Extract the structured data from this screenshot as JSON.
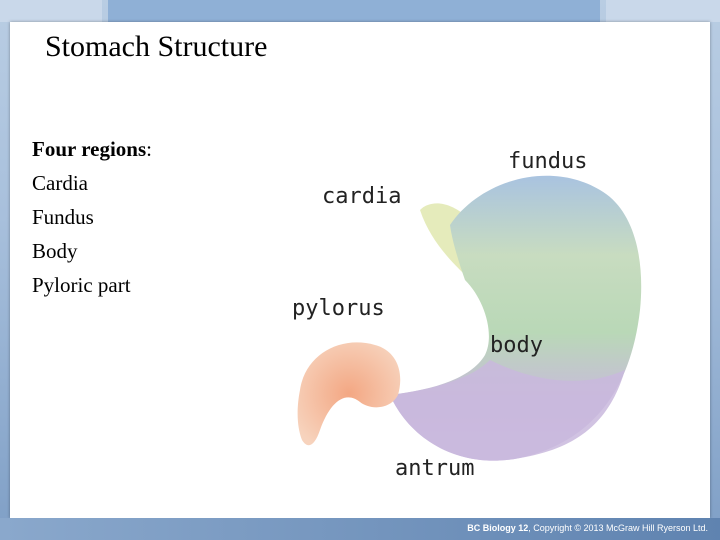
{
  "slide": {
    "title": "Stomach Structure",
    "list_heading": "Four regions",
    "list_heading_suffix": ":",
    "regions": [
      "Cardia",
      "Fundus",
      "Body",
      "Pyloric part"
    ]
  },
  "diagram": {
    "labels": {
      "fundus": "fundus",
      "cardia": "cardia",
      "pylorus": "pylorus",
      "body": "body",
      "antrum": "antrum"
    }
  },
  "footer": {
    "book": "BC Biology 12",
    "copyright": ", Copyright © 2013 McGraw Hill Ryerson Ltd."
  },
  "colors": {
    "fundus": "#a9c3e0",
    "cardia": "#e2e9b4",
    "body": "#b9d8b7",
    "antrum": "#c9b9dd",
    "pylorus": "#f1b08f"
  }
}
